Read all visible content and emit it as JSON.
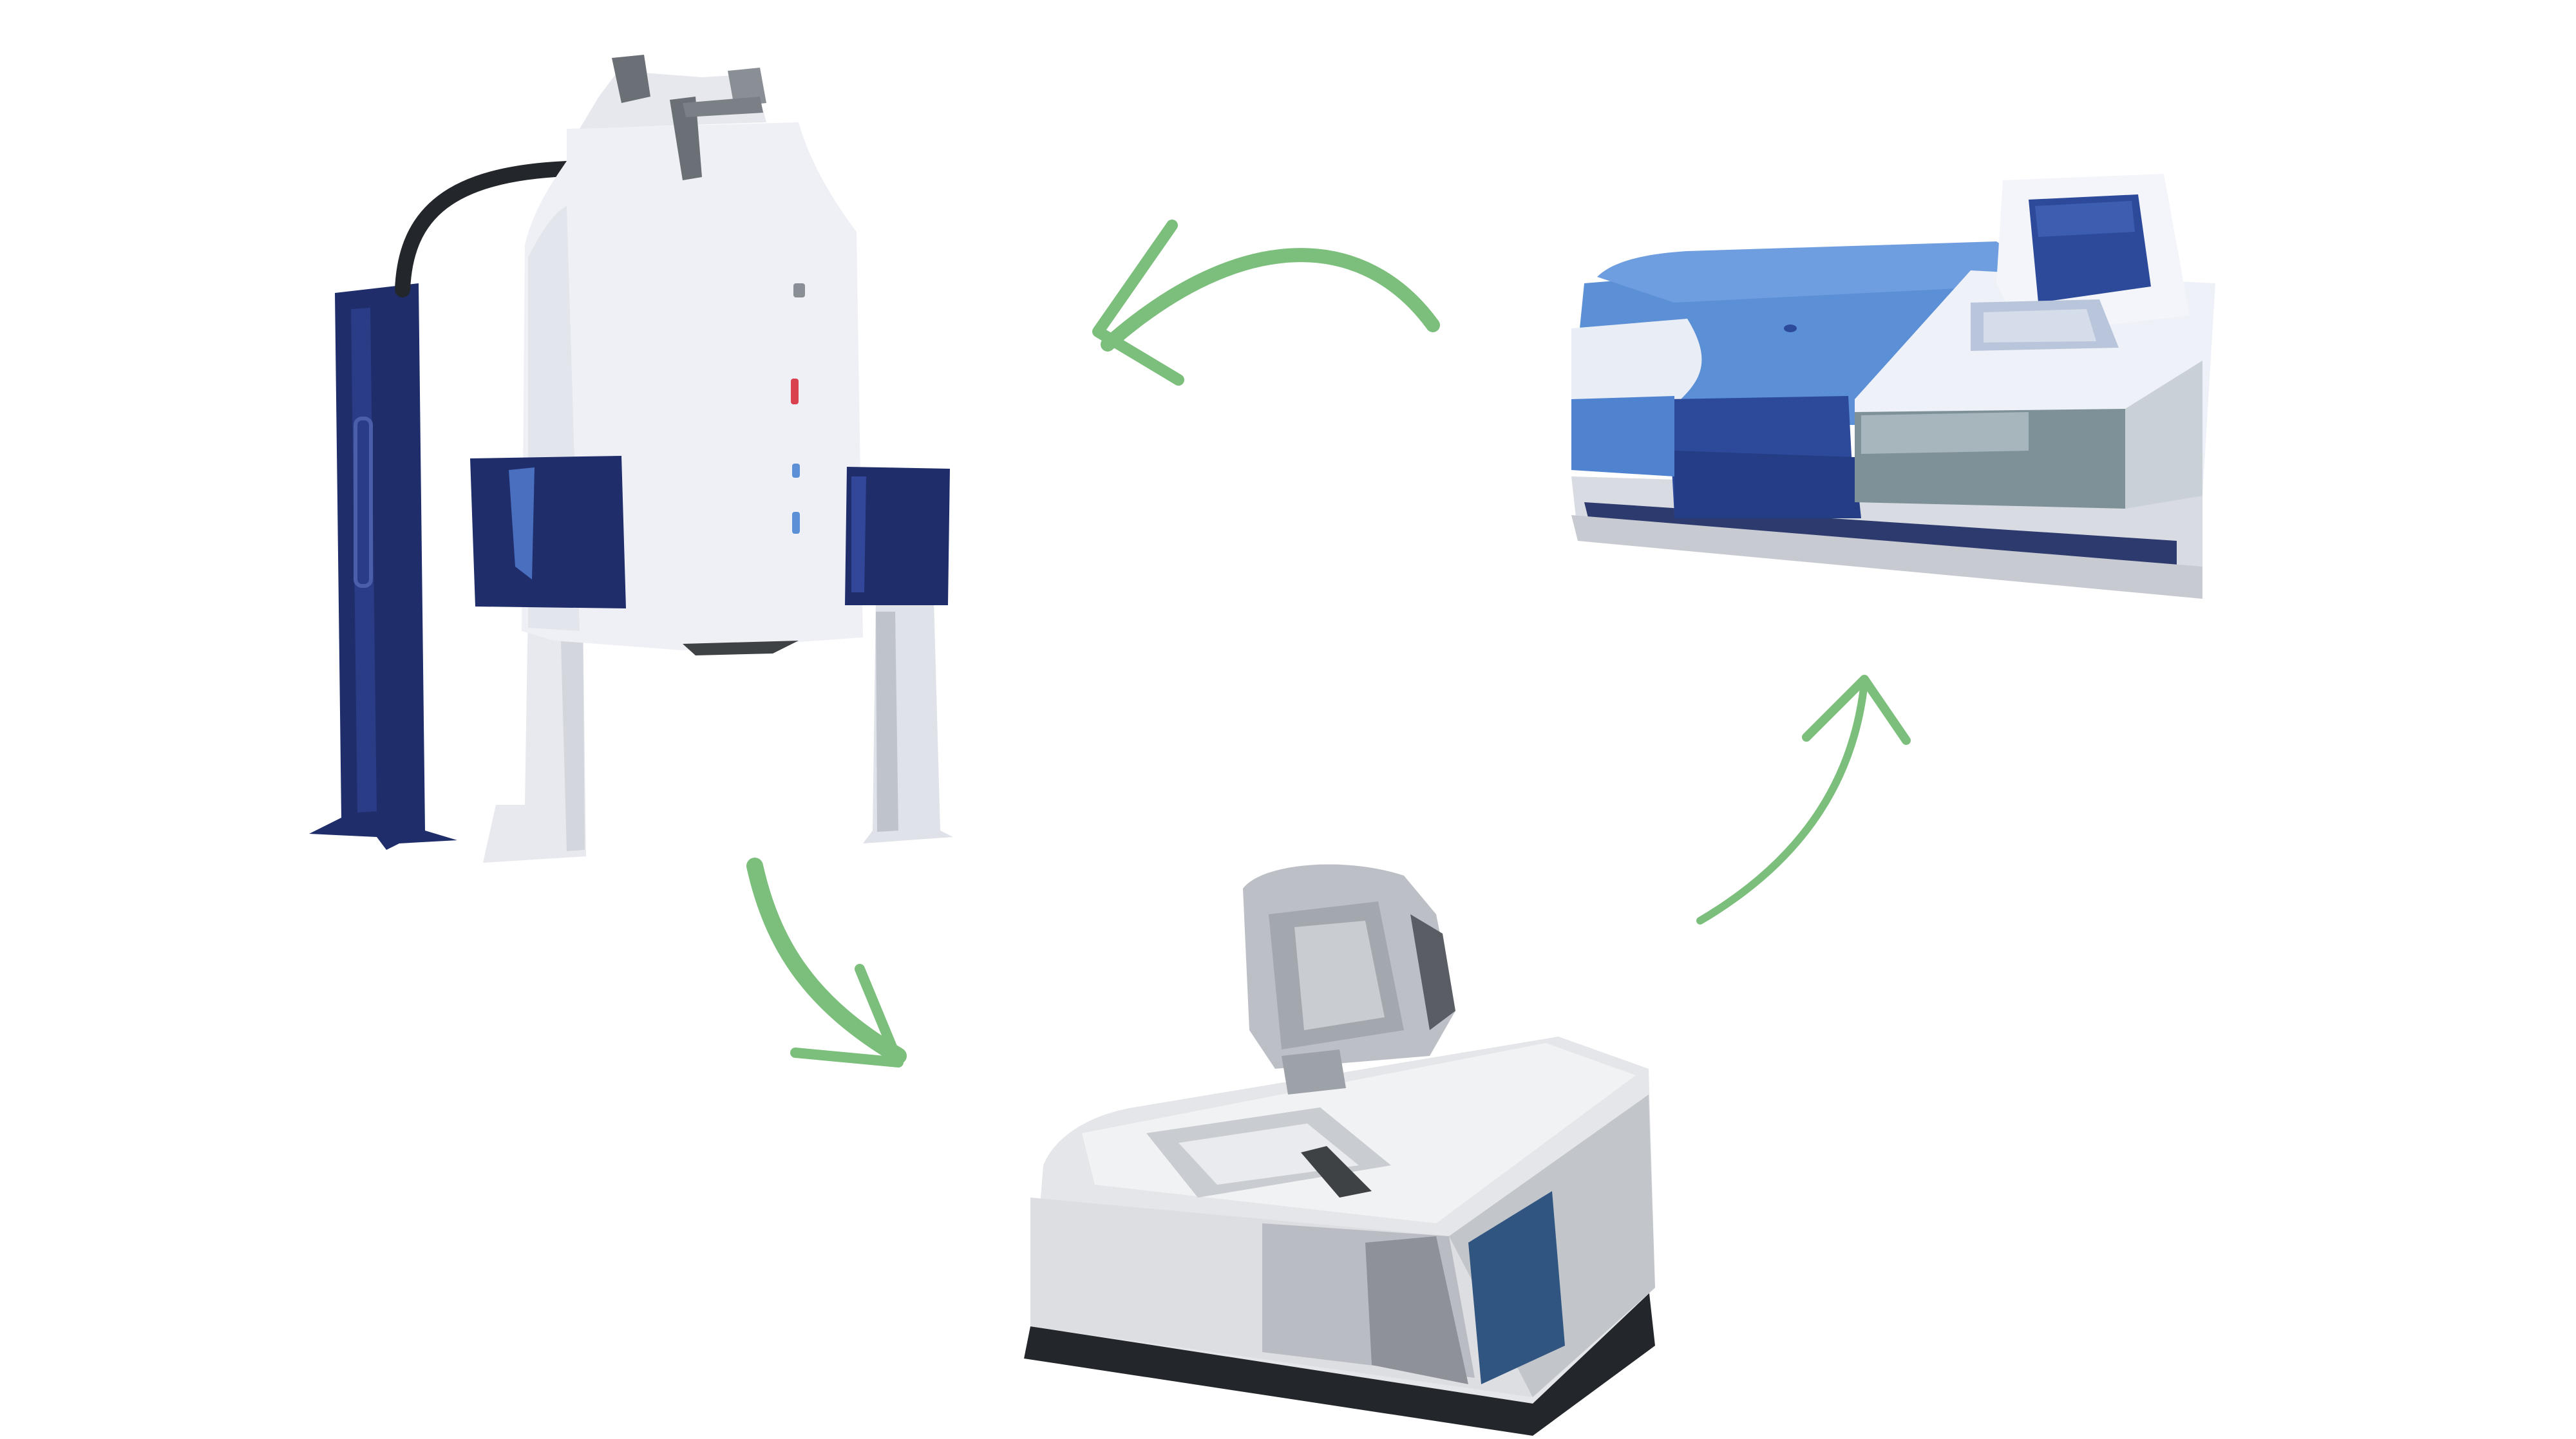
{
  "diagram": {
    "background_color": "#ffffff",
    "arrow_color": "#7cbf7c",
    "colors": {
      "navy": "#1f2d6b",
      "navy_dark": "#17224f",
      "blue": "#5b8fd6",
      "blue_mid": "#3f6fbf",
      "blue_dark": "#2d4a9a",
      "white_body": "#eef0f5",
      "light_gray": "#e4e6ea",
      "mid_gray": "#b9bcc2",
      "dark_gray": "#7b7f86",
      "charcoal": "#3f4245",
      "red": "#d9414f"
    },
    "nodes": [
      {
        "id": "nmr-spectrometer",
        "icon": "nmr-magnet-instrument-icon"
      },
      {
        "id": "uv-vis-spectrophotometer",
        "icon": "spectrophotometer-instrument-icon"
      },
      {
        "id": "ftir-spectrometer",
        "icon": "ftir-instrument-icon"
      }
    ],
    "edges": [
      {
        "from": "nmr-spectrometer",
        "to": "ftir-spectrometer"
      },
      {
        "from": "ftir-spectrometer",
        "to": "uv-vis-spectrophotometer"
      },
      {
        "from": "uv-vis-spectrophotometer",
        "to": "nmr-spectrometer"
      }
    ]
  }
}
